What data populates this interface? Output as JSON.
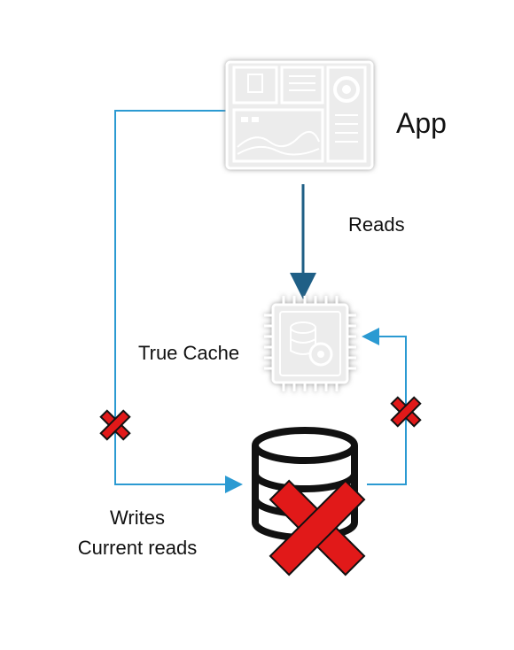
{
  "app": {
    "label": "App"
  },
  "reads_label": "Reads",
  "cache": {
    "label": "True Cache"
  },
  "primary": {
    "label_line1": "Writes",
    "label_line2": "Current reads"
  },
  "colors": {
    "arrow_light": "#2b9ad2",
    "arrow_dark": "#1f5f86",
    "x_fill": "#e11919",
    "x_outline": "#111111",
    "icon_fill": "#ececec",
    "icon_stroke": "#ffffff",
    "icon_shadow": "#9a9a9a",
    "database": "#111111"
  },
  "icons": {
    "app": "dashboard-window-icon",
    "cache": "cache-chip-icon",
    "primary": "database-icon",
    "failure": "red-x-icon"
  }
}
